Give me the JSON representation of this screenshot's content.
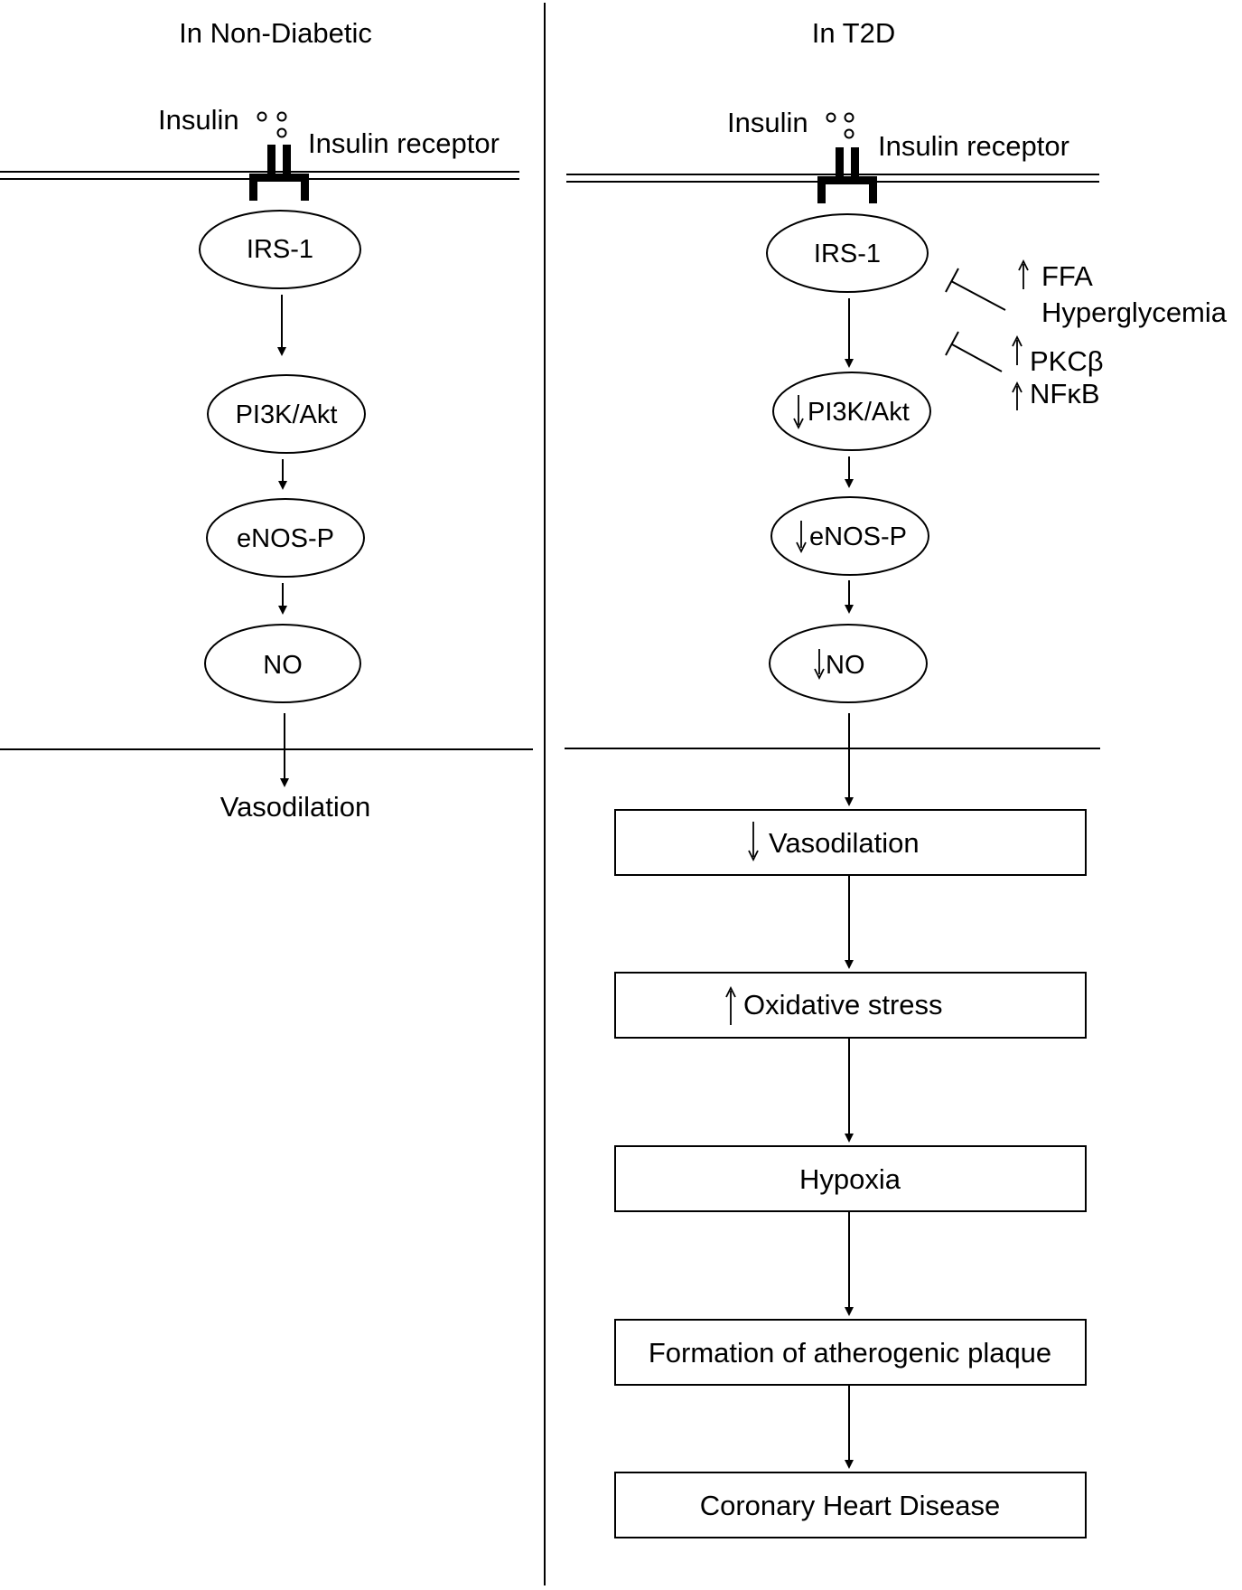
{
  "panels": {
    "left": {
      "title": "In Non-Diabetic",
      "insulin_label": "Insulin",
      "receptor_label": "Insulin receptor",
      "nodes": [
        "IRS-1",
        "PI3K/Akt",
        "eNOS-P",
        "NO"
      ],
      "outcome": "Vasodilation"
    },
    "right": {
      "title": "In T2D",
      "insulin_label": "Insulin",
      "receptor_label": "Insulin receptor",
      "nodes": [
        {
          "label": "IRS-1",
          "change": ""
        },
        {
          "label": "PI3K/Akt",
          "change": "decrease"
        },
        {
          "label": "eNOS-P",
          "change": "decrease"
        },
        {
          "label": "NO",
          "change": "decrease"
        }
      ],
      "regulators": [
        {
          "lines": [
            {
              "label": "FFA",
              "change": "increase"
            },
            {
              "label": "Hyperglycemia",
              "change": ""
            }
          ]
        },
        {
          "lines": [
            {
              "label": "PKCβ",
              "change": "increase"
            },
            {
              "label": "NFκB",
              "change": "increase"
            }
          ]
        }
      ],
      "outcomes": [
        {
          "label": "Vasodilation",
          "change": "decrease"
        },
        {
          "label": "Oxidative stress",
          "change": "increase"
        },
        {
          "label": "Hypoxia",
          "change": ""
        },
        {
          "label": "Formation of atherogenic plaque",
          "change": ""
        },
        {
          "label": "Coronary Heart Disease",
          "change": ""
        }
      ]
    }
  },
  "icons": {
    "increase": "up-arrow-icon",
    "decrease": "down-arrow-icon",
    "inhibition": "inhibition-bar-icon",
    "insulin": "insulin-molecule-icon",
    "receptor": "insulin-receptor-icon"
  },
  "colors": {
    "ink": "#000000",
    "background": "#ffffff"
  }
}
